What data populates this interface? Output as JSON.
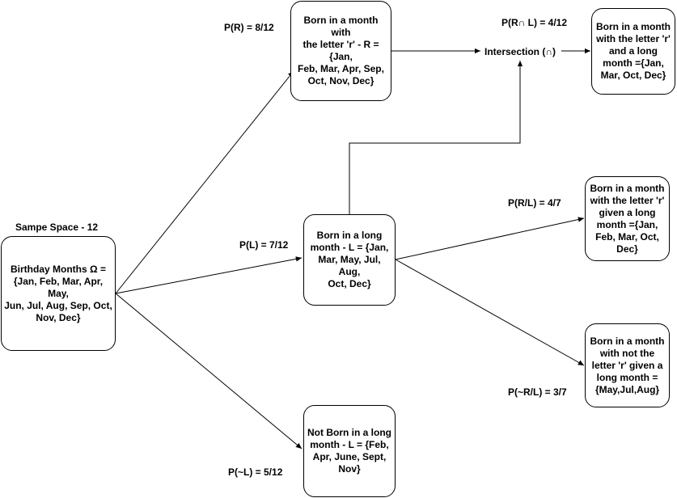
{
  "nodes": {
    "sample_space_title": "Sampe Space - 12",
    "birthday_months": "Birthday Months Ω =\n{Jan, Feb, Mar, Apr, May,\nJun, Jul, Aug, Sep, Oct,\nNov, Dec}",
    "r_months": "Born in a month with\nthe letter 'r' - R ={Jan,\nFeb, Mar, Apr, Sep,\nOct, Nov, Dec}",
    "long_months": "Born in a long\nmonth - L = {Jan,\nMar, May, Jul, Aug,\nOct, Dec}",
    "not_long_months": "Not Born in a long\nmonth - L = {Feb,\nApr, June, Sept,\nNov}",
    "intersection": "Intersection (∩)",
    "r_and_long": "Born in a month\nwith the letter 'r'\nand a long\nmonth  ={Jan,\nMar, Oct, Dec}",
    "r_given_long": "Born in a month\nwith the letter 'r'\ngiven a long\nmonth ={Jan,\nFeb, Mar, Oct,\nDec}",
    "not_r_given_long": "Born in a month\nwith  not the\nletter 'r' given a\nlong month =\n{May,Jul,Aug}"
  },
  "edge_labels": {
    "p_r": "P(R) = 8/12",
    "p_l": "P(L) = 7/12",
    "p_not_l": "P(~L) = 5/12",
    "p_r_and_l": "P(R∩ L) = 4/12",
    "p_r_given_l": "P(R/L) = 4/7",
    "p_not_r_given_l": "P(~R/L) = 3/7"
  }
}
